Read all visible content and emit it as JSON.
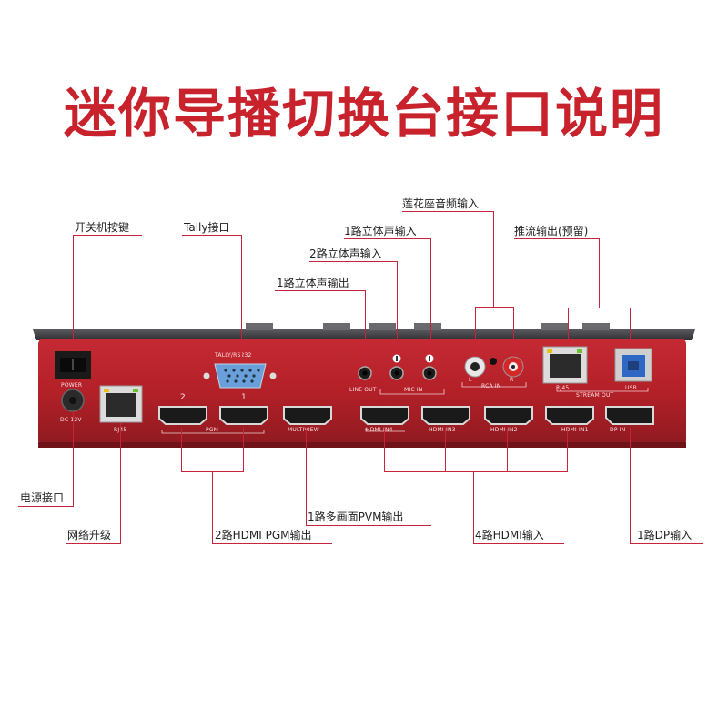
{
  "title": "迷你导播切换台接口说明",
  "callouts": {
    "power_button": "开关机按键",
    "tally": "Tally接口",
    "lotus_audio_in": "莲花座音频输入",
    "stereo_in_1": "1路立体声输入",
    "stereo_in_2": "2路立体声输入",
    "stereo_out_1": "1路立体声输出",
    "stream_out": "推流输出(预留)",
    "power_jack": "电源接口",
    "network_upgrade": "网络升级",
    "pgm_out": "2路HDMI PGM输出",
    "pvm_out": "1路多画面PVM输出",
    "hdmi_in": "4路HDMI输入",
    "dp_in": "1路DP输入"
  },
  "device_labels": {
    "power": "POWER",
    "dc": "DC 12V",
    "rj45_left": "RJ45",
    "tally_rs232": "TALLY/RS232",
    "pgm": "PGM",
    "pgm_num_2": "2",
    "pgm_num_1": "1",
    "multiview": "MULTIVIEW",
    "line_out": "LINE OUT",
    "mic_in": "MIC IN",
    "rca_in": "RCA IN",
    "rca_l": "L",
    "rca_r": "R",
    "rj45_right": "RJ45",
    "usb": "USB",
    "stream_out": "STREAM OUT",
    "hdmi_in4": "HDMI IN4",
    "hdmi_in3": "HDMI IN3",
    "hdmi_in2": "HDMI IN2",
    "hdmi_in1": "HDMI IN1",
    "dp_in": "DP IN"
  },
  "colors": {
    "title": "#c8232d",
    "device_body": "#b8242c",
    "device_top": "#4a4a4e",
    "leader_line": "#c8233a"
  }
}
